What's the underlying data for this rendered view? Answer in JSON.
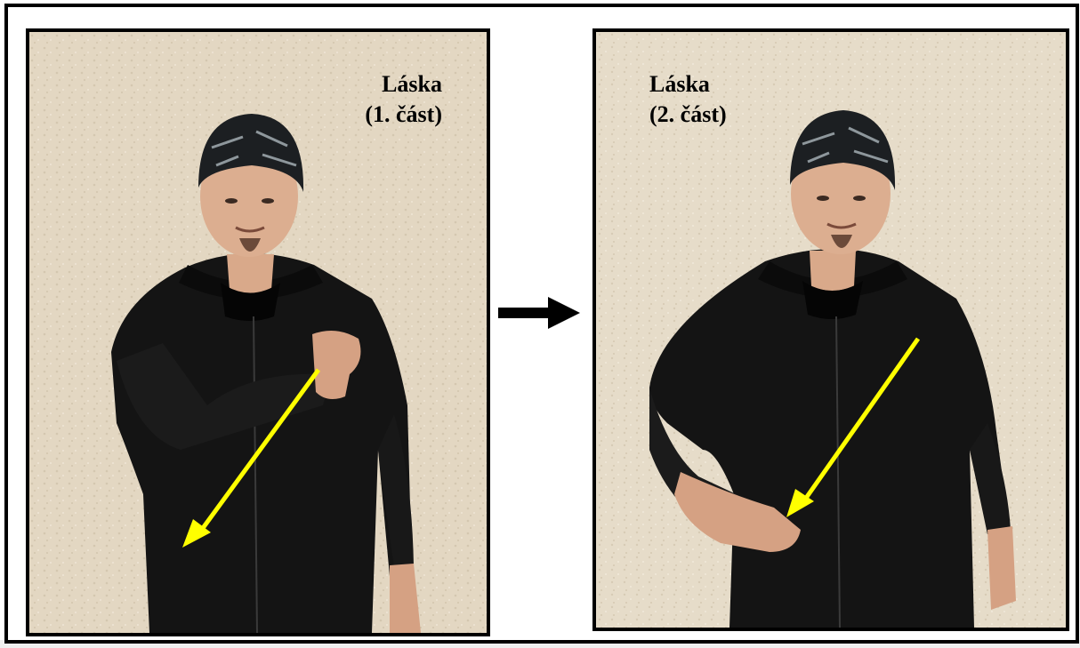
{
  "panels": [
    {
      "title": "Láska",
      "subtitle": "(1. část)"
    },
    {
      "title": "Láska",
      "subtitle": "(2. část)"
    }
  ],
  "colors": {
    "wall": "#e3d7c2",
    "hoodie": "#141414",
    "motion_arrow": "#ffff00",
    "frame": "#000000"
  },
  "icons": {
    "sequence_arrow": "right-arrow-icon",
    "motion_arrow": "motion-arrow-icon"
  }
}
